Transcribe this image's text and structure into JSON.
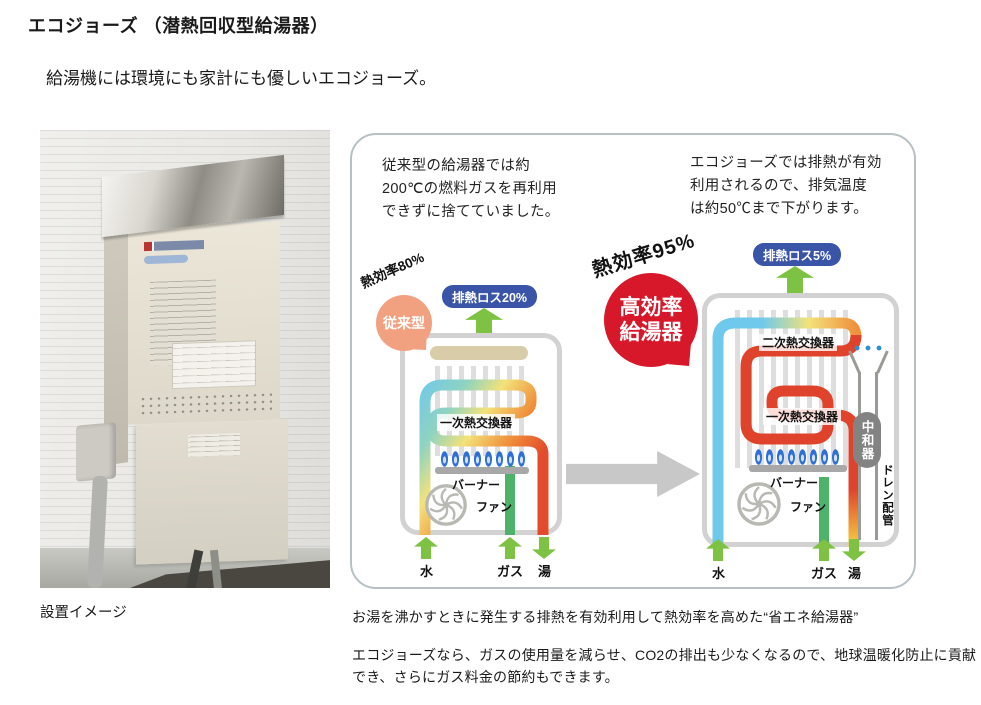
{
  "page": {
    "title": "エコジョーズ （潜熱回収型給湯器）",
    "subtitle": "給湯機には環境にも家計にも優しいエコジョーズ。",
    "photo_caption": "設置イメージ",
    "footer_line1": "お湯を沸かすときに発生する排熱を有効利用して熱効率を高めた“省エネ給湯器”",
    "footer_line2": "エコジョーズなら、ガスの使用量を減らせ、CO2の排出も少なくなるので、地球温暖化防止に貢献でき、さらにガス料金の節約もできます。"
  },
  "diagram": {
    "left_note": "従来型の給湯器では約\n200℃の燃料ガスを再利用\nできずに捨てていました。",
    "right_note": "エコジョーズでは排熱が有効\n利用されるので、排気温度\nは約50℃まで下がります。",
    "conventional": {
      "efficiency_label": "熱効率80%",
      "type_label": "従来型",
      "loss_badge": "排熱ロス20%",
      "primary_exchanger": "一次熱交換器",
      "burner_label": "バーナー",
      "fan_label": "ファン",
      "inlet_water": "水",
      "inlet_gas": "ガス",
      "outlet_hot_water": "湯"
    },
    "eco": {
      "efficiency_label": "熱効率95%",
      "type_label": "高効率\n給湯器",
      "loss_badge": "排熱ロス5%",
      "secondary_exchanger": "二次熱交換器",
      "primary_exchanger": "一次熱交換器",
      "neutralizer_label": "中和器",
      "drain_label": "ドレン配管",
      "burner_label": "バーナー",
      "fan_label": "ファン",
      "inlet_water": "水",
      "inlet_gas": "ガス",
      "outlet_hot_water": "湯"
    },
    "colors": {
      "badge_blue": "#3a55a8",
      "arrow_green": "#7dc242",
      "conventional_balloon": "#f2a180",
      "eco_balloon": "#d7182a",
      "pipe_blue": "#6fc9ec",
      "pipe_green": "#4db36b",
      "pipe_red": "#e0432b",
      "pipe_yellow": "#f6d33f",
      "flame_blue": "#2f6fd8",
      "neutralizer_gray": "#838383",
      "panel_border": "#b7c0c4"
    }
  }
}
